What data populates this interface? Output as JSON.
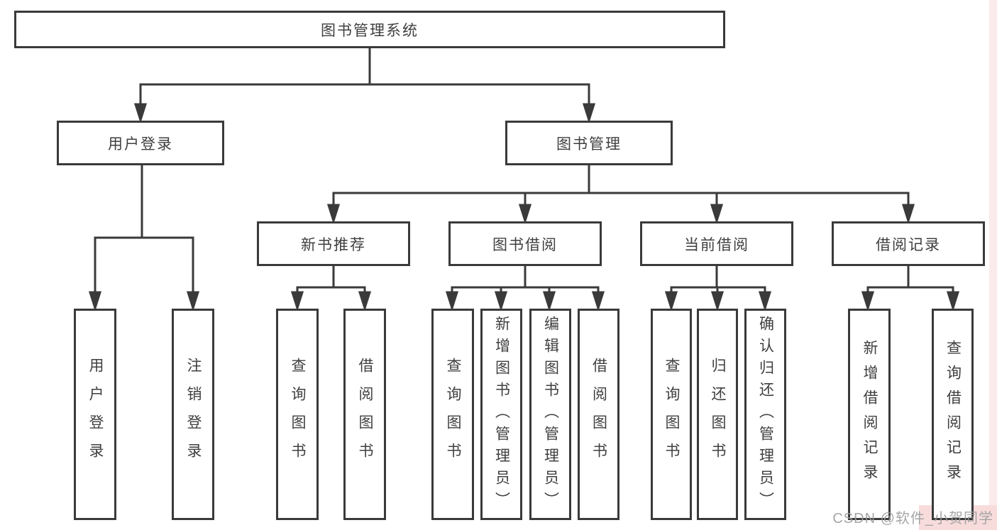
{
  "tree": {
    "root": {
      "label": "图书管理系统"
    },
    "children": [
      {
        "label": "用户登录",
        "children": [
          {
            "label": "用户登录"
          },
          {
            "label": "注销登录"
          }
        ]
      },
      {
        "label": "图书管理",
        "children": [
          {
            "label": "新书推荐",
            "children": [
              {
                "label": "查询图书"
              },
              {
                "label": "借阅图书"
              }
            ]
          },
          {
            "label": "图书借阅",
            "children": [
              {
                "label": "查询图书"
              },
              {
                "label": "新增图书（管理员）"
              },
              {
                "label": "编辑图书（管理员）"
              },
              {
                "label": "借阅图书"
              }
            ]
          },
          {
            "label": "当前借阅",
            "children": [
              {
                "label": "查询图书"
              },
              {
                "label": "归还图书"
              },
              {
                "label": "确认归还（管理员）"
              }
            ]
          },
          {
            "label": "借阅记录",
            "children": [
              {
                "label": "新增借阅记录"
              },
              {
                "label": "查询借阅记录"
              }
            ]
          }
        ]
      }
    ]
  },
  "watermark": {
    "text": "CSDN @软件_小贺同学"
  },
  "colors": {
    "line": "#3a3a3a",
    "text": "#3f3f3f",
    "watermark_text": "#9d9d9d",
    "edge_tint": "#fcebeb"
  }
}
